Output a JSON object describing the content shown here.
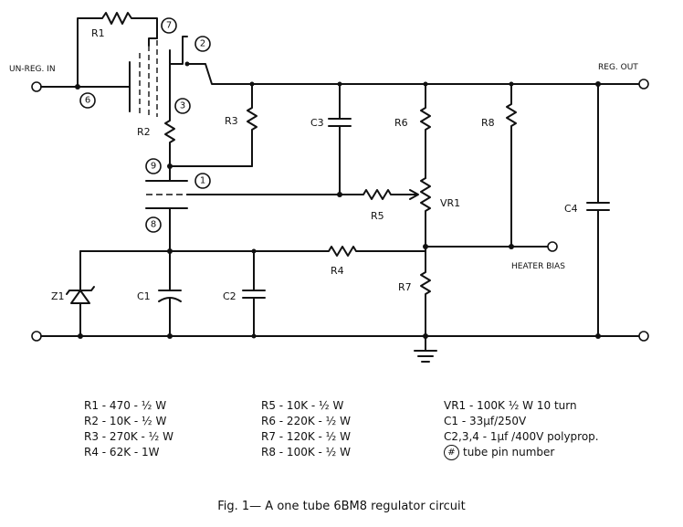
{
  "labels": {
    "unreg_in": "UN-REG. IN",
    "reg_out": "REG. OUT",
    "heater_bias": "HEATER BIAS",
    "R1": "R1",
    "R2": "R2",
    "R3": "R3",
    "R4": "R4",
    "R5": "R5",
    "R6": "R6",
    "R7": "R7",
    "R8": "R8",
    "VR1": "VR1",
    "C1": "C1",
    "C2": "C2",
    "C3": "C3",
    "C4": "C4",
    "Z1": "Z1"
  },
  "pins": {
    "p1": "1",
    "p2": "2",
    "p3": "3",
    "p6": "6",
    "p7": "7",
    "p8": "8",
    "p9": "9"
  },
  "legend": {
    "col1": [
      "R1 - 470 - ½ W",
      "R2 - 10K - ½ W",
      "R3 - 270K - ½ W",
      "R4 - 62K - 1W"
    ],
    "col2": [
      "R5 - 10K - ½ W",
      "R6 - 220K - ½ W",
      "R7 - 120K - ½ W",
      "R8 - 100K - ½ W"
    ],
    "col3": [
      "VR1 - 100K ½ W 10 turn",
      "C1 - 33µf/250V",
      "C2,3,4 - 1µf /400V polyprop."
    ],
    "pin_symbol": "#",
    "pin_note": "tube pin number"
  },
  "caption": "Fig. 1— A one tube 6BM8 regulator circuit"
}
